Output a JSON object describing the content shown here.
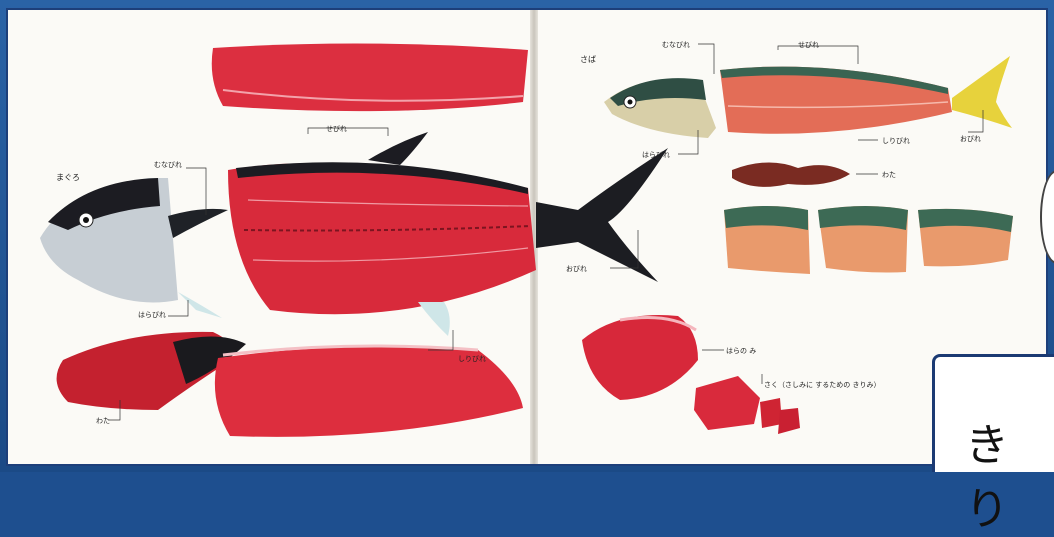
{
  "left_page": {
    "fish_name": "まぐろ",
    "labels": {
      "pectoral": "むなびれ",
      "dorsal": "せびれ",
      "pelvic": "はらびれ",
      "tail": "おびれ",
      "anal": "しりびれ",
      "guts": "わた"
    }
  },
  "right_page": {
    "fish_name": "さば",
    "labels": {
      "pectoral": "むなびれ",
      "dorsal": "せびれ",
      "pelvic": "はらびれ",
      "anal": "しりびれ",
      "tail": "おびれ",
      "guts": "わた",
      "belly": "はらの み",
      "saku": "さく（さしみに するための きりみ）"
    }
  },
  "tab": {
    "text": "きり"
  },
  "colors": {
    "frame": "#1e4f8f",
    "tuna_red": "#d9283a",
    "mackerel_back": "#3e6e5a"
  }
}
